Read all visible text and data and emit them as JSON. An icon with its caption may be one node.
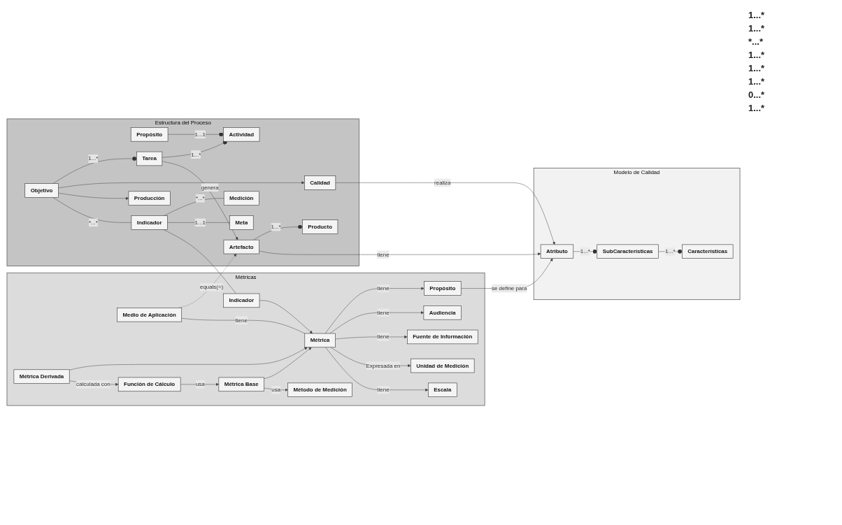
{
  "diagram": {
    "nodes": [
      {
        "text": [
          "Modelo de Calidad"
        ]
      },
      {
        "text": [
          "Características"
        ],
        "in": 0
      },
      {
        "text": [
          "SubCaracterísticas"
        ],
        "in": 0
      },
      {
        "text": [
          "Atributo"
        ],
        "in": 0
      },
      {
        "text": [
          "Estructura del Proceso"
        ]
      },
      {
        "text": [
          "Producto"
        ],
        "in": 4
      },
      {
        "text": [
          "Artefacto"
        ],
        "in": 4
      },
      {
        "text": [
          "Actividad"
        ],
        "in": 4
      },
      {
        "text": [
          "Propósito"
        ],
        "in": 4
      },
      {
        "text": [
          "Tarea"
        ],
        "in": 4
      },
      {
        "text": [
          "Medición"
        ],
        "in": 4
      },
      {
        "text": [
          "Calidad"
        ],
        "in": 4
      },
      {
        "text": [
          "Objetivo"
        ],
        "in": 4
      },
      {
        "text": [
          "Indicador"
        ],
        "in": 4
      },
      {
        "text": [
          "Producción"
        ],
        "in": 4
      },
      {
        "text": [
          "Meta"
        ],
        "in": 4
      },
      {
        "text": [
          "Métricas"
        ]
      },
      {
        "text": [
          "Propósito"
        ],
        "in": 16
      },
      {
        "text": [
          "Medio de Aplicación"
        ],
        "in": 16
      },
      {
        "text": [
          "Indicador"
        ],
        "in": 16
      },
      {
        "text": [
          "Audiencia"
        ],
        "in": 16
      },
      {
        "text": [
          "Métrica"
        ],
        "in": 16
      },
      {
        "text": [
          "Métrica Base"
        ],
        "in": 16
      },
      {
        "text": [
          "Método de Medición"
        ],
        "in": 16
      },
      {
        "text": [
          "Fuente de Información"
        ],
        "in": 16
      },
      {
        "text": [
          "Métrica Derivada"
        ],
        "in": 16
      },
      {
        "text": [
          "Función de Cálculo"
        ],
        "in": 16
      },
      {
        "text": [
          "Unidad de Medición"
        ],
        "in": 16
      },
      {
        "text": [
          "Escala"
        ],
        "in": 16
      }
    ],
    "edges": [
      {
        "from": 1,
        "to": 2,
        "arrow": "other",
        "label": "1...*"
      },
      {
        "from": 2,
        "to": 3,
        "arrow": "other",
        "label": "1...*"
      },
      {
        "from": 5,
        "to": 6,
        "arrow": "other",
        "label": "1...*"
      },
      {
        "from": 7,
        "to": 8,
        "arrow": "other",
        "label": "1...1"
      },
      {
        "from": 7,
        "to": 9,
        "arrow": "other",
        "label": "1...*"
      },
      {
        "from": 9,
        "to": 12,
        "arrow": "other",
        "label": "1...*"
      },
      {
        "from": 9,
        "to": 6,
        "arrow": "to",
        "label": "genera"
      },
      {
        "from": 6,
        "to": 3,
        "arrow": "to",
        "label": "tiene"
      },
      {
        "from": 11,
        "to": 3,
        "arrow": "to",
        "label": "realiza"
      },
      {
        "from": 12,
        "to": 11,
        "arrow": "to"
      },
      {
        "from": 12,
        "to": 14,
        "arrow": "to"
      },
      {
        "from": 12,
        "to": 13,
        "arrow": "none",
        "label": "*...*"
      },
      {
        "from": 13,
        "to": 10,
        "arrow": "none",
        "label": "*...*"
      },
      {
        "from": 13,
        "to": 15,
        "arrow": "none",
        "label": "1...1"
      },
      {
        "from": 13,
        "to": 19,
        "arrow": "none"
      },
      {
        "from": 18,
        "to": 6,
        "arrow": "to",
        "label": "equals(=)",
        "style": "dashed"
      },
      {
        "from": 17,
        "to": 3,
        "arrow": "to",
        "label": "se define para"
      },
      {
        "from": 21,
        "to": 17,
        "arrow": "to",
        "label": "tiene"
      },
      {
        "from": 18,
        "to": 21,
        "arrow": "none",
        "label": "tiene"
      },
      {
        "from": 21,
        "to": 20,
        "arrow": "to",
        "label": "tiene"
      },
      {
        "from": 21,
        "to": 24,
        "arrow": "to",
        "label": "tiene"
      },
      {
        "from": 21,
        "to": 27,
        "arrow": "to",
        "label": "Expresada en"
      },
      {
        "from": 21,
        "to": 28,
        "arrow": "to",
        "label": "tiene"
      },
      {
        "from": 19,
        "to": 21,
        "arrow": "to"
      },
      {
        "from": 22,
        "to": 21,
        "arrow": "to"
      },
      {
        "from": 25,
        "to": 21,
        "arrow": "to"
      },
      {
        "from": 22,
        "to": 23,
        "arrow": "to",
        "label": "usa"
      },
      {
        "from": 26,
        "to": 22,
        "arrow": "to",
        "label": "usa"
      },
      {
        "from": 25,
        "to": 26,
        "arrow": "to",
        "label": "calculada con"
      }
    ],
    "labels": [
      "1...*",
      "1...*",
      "*...*",
      "1...*",
      "1...*",
      "1...*",
      "0...*",
      "1...*"
    ]
  }
}
